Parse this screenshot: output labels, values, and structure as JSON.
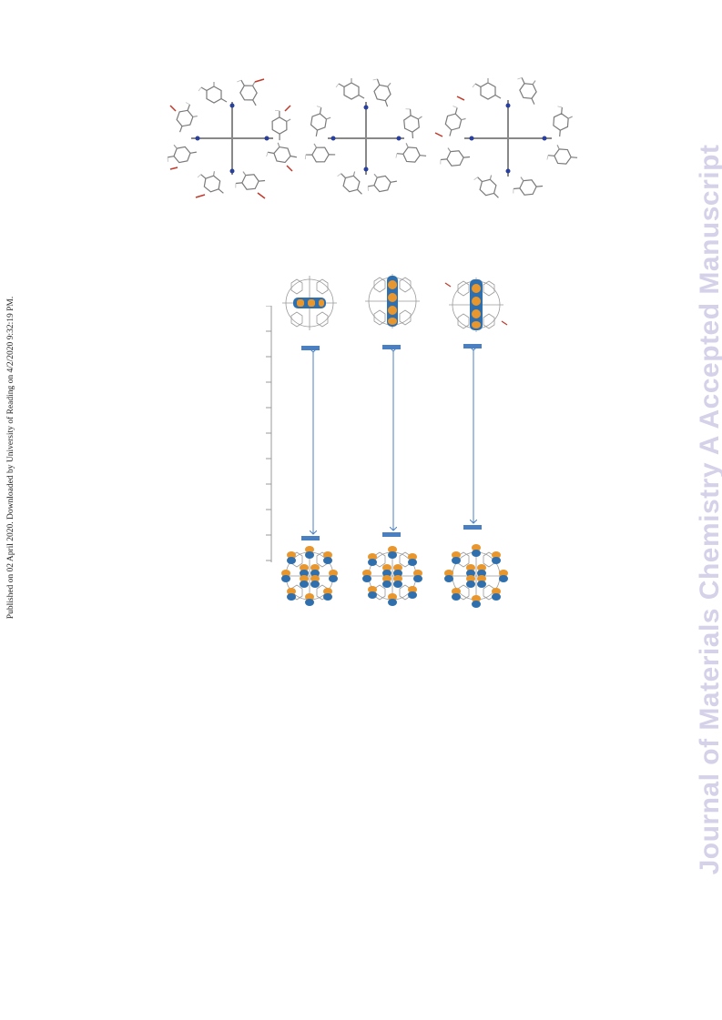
{
  "page": {
    "side_note": "Published on 02 April 2020. Downloaded by University of Reading on 4/2/2020 9:32:19 PM.",
    "watermark": "Journal of Materials Chemistry A Accepted Manuscript"
  },
  "figure": {
    "structures": [
      "structure-1",
      "structure-2",
      "structure-3"
    ],
    "orbital_colors": {
      "positive": "#e8962e",
      "negative": "#2f6fae",
      "level": "#4a7fc1",
      "arrow": "#4a7fc1"
    },
    "energy_axis_ticks": 11
  }
}
